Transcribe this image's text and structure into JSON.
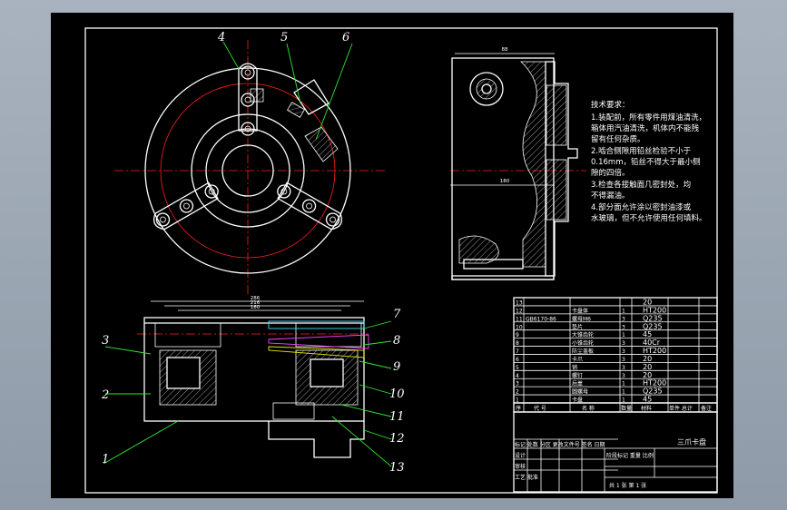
{
  "notes": {
    "title": "技术要求：",
    "lines": [
      "1.装配前，所有零件用煤油清洗，",
      "箱体用汽油清洗，机体内不能残",
      "留有任何杂质。",
      "2.啮合侧隙用铅丝检验不小于",
      "0.16mm，铅丝不得大于最小侧",
      "隙的四倍。",
      "3.检查各接触面几密封处，均",
      "不得漏油。",
      "4.部分面允许涂以密封油漆或",
      "水玻璃，但不允许使用任何填料。"
    ]
  },
  "balloons": [
    "4",
    "5",
    "6",
    "7",
    "8",
    "9",
    "10",
    "11",
    "12",
    "13",
    "3",
    "2",
    "1"
  ],
  "dimensions": {
    "top_width": "88",
    "mid_width": "180",
    "a": "180",
    "b": "216",
    "c": "286"
  },
  "parts": [
    {
      "no": "13",
      "code": "",
      "name": "",
      "qty": "",
      "material": "20"
    },
    {
      "no": "12",
      "code": "",
      "name": "卡盘体",
      "qty": "1",
      "material": "HT200"
    },
    {
      "no": "11",
      "code": "GB6170-86",
      "name": "螺母M6",
      "qty": "3",
      "material": "Q235"
    },
    {
      "no": "10",
      "code": "",
      "name": "垫片",
      "qty": "3",
      "material": "Q235"
    },
    {
      "no": "9",
      "code": "",
      "name": "大锥齿轮",
      "qty": "1",
      "material": "45"
    },
    {
      "no": "8",
      "code": "",
      "name": "小锥齿轮",
      "qty": "3",
      "material": "40Cr"
    },
    {
      "no": "7",
      "code": "",
      "name": "防尘盖板",
      "qty": "3",
      "material": "HT200"
    },
    {
      "no": "6",
      "code": "",
      "name": "卡爪",
      "qty": "3",
      "material": "20"
    },
    {
      "no": "5",
      "code": "",
      "name": "销",
      "qty": "3",
      "material": "20"
    },
    {
      "no": "4",
      "code": "",
      "name": "螺钉",
      "qty": "3",
      "material": "20"
    },
    {
      "no": "3",
      "code": "",
      "name": "后盖",
      "qty": "1",
      "material": "HT200"
    },
    {
      "no": "2",
      "code": "",
      "name": "圆螺母",
      "qty": "1",
      "material": "Q235"
    },
    {
      "no": "1",
      "code": "",
      "name": "卡盘",
      "qty": "1",
      "material": "45"
    }
  ],
  "table_headers": {
    "no": "序",
    "code": "代 号",
    "name": "名 称",
    "qty": "数量",
    "material": "材料",
    "mass": "单件 总计",
    "remark": "备注"
  },
  "title_block": {
    "drawing_title": "三爪卡盘",
    "rows": [
      "标记 处数 分区 更改文件号 签名 日期",
      "设计",
      "审核",
      "工艺 批准"
    ],
    "stage": "阶段标记 重量 比例",
    "sheet": "共 1 张 第 1 张"
  }
}
